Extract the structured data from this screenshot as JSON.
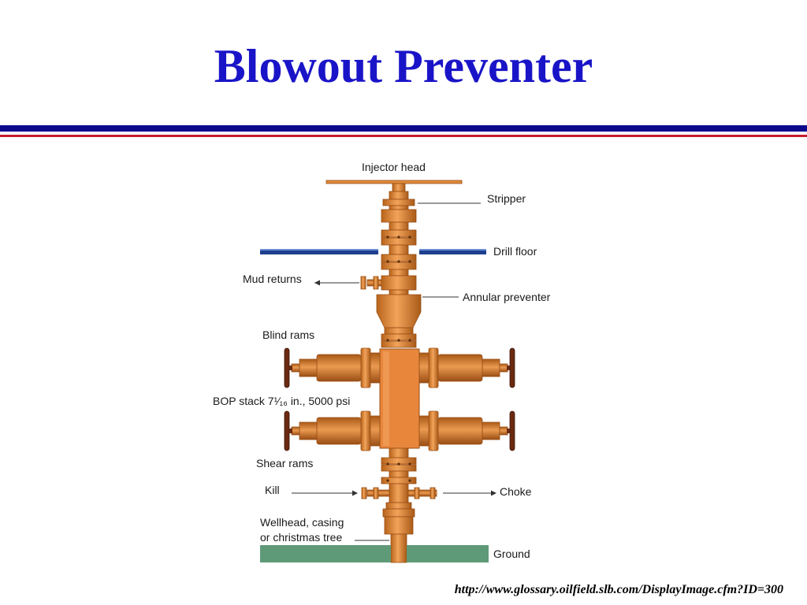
{
  "slide": {
    "title": "Blowout Preventer",
    "source_url": "http://www.glossary.oilfield.slb.com/DisplayImage.cfm?ID=300"
  },
  "diagram": {
    "labels": {
      "injector_head": "Injector head",
      "stripper": "Stripper",
      "drill_floor": "Drill floor",
      "mud_returns": "Mud returns",
      "annular_preventer": "Annular preventer",
      "blind_rams": "Blind rams",
      "bop_stack": "BOP stack 7¹⁄₁₆ in., 5000 psi",
      "shear_rams": "Shear rams",
      "kill": "Kill",
      "choke": "Choke",
      "wellhead_line1": "Wellhead, casing",
      "wellhead_line2": "or christmas tree",
      "ground": "Ground"
    }
  },
  "colors": {
    "title": "#1a14c8",
    "rule_navy": "#0c0a8a",
    "rule_red": "#c41e2c",
    "pipe": "#e08a3c",
    "pipe_dark": "#9a4e14",
    "floor": "#1f3f8f",
    "ground": "#5f9a78"
  },
  "icons": [
    "handwheel-icon",
    "arrow-left-icon",
    "arrow-right-icon"
  ]
}
